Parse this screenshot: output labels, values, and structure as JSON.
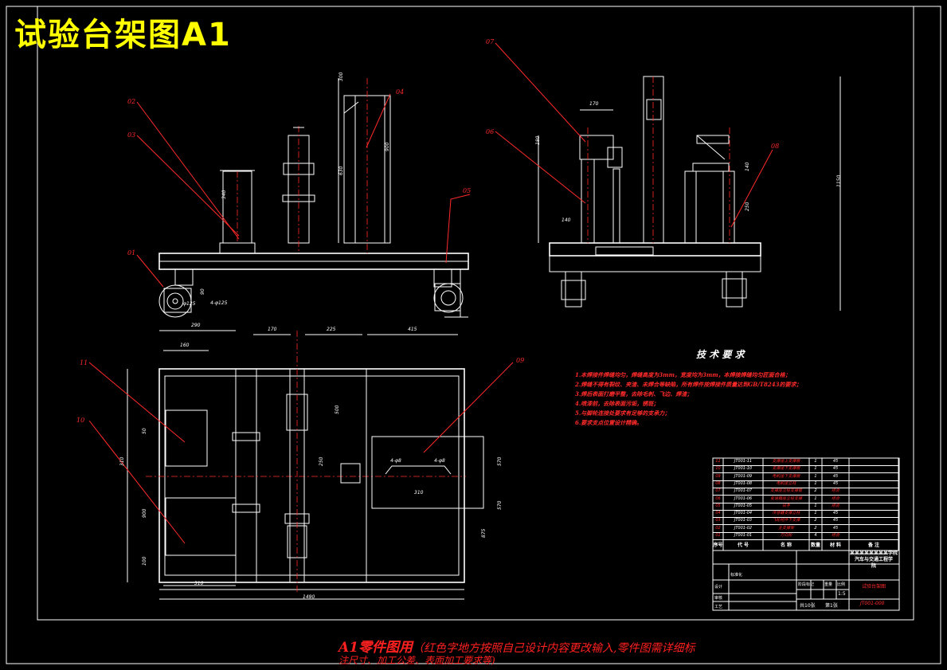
{
  "title": "试验台架图A1",
  "footer": {
    "main": "A1零件图用",
    "note_line1": "（红色字地方按照自己设计内容更改输入,零件图需详细标",
    "note_line2": "注尺寸、加工公差、表面加工要求等)"
  },
  "callouts": [
    "01",
    "02",
    "03",
    "04",
    "05",
    "06",
    "07",
    "08",
    "09",
    "10",
    "11"
  ],
  "dimensions": {
    "front": [
      "300",
      "900",
      "630",
      "340",
      "φ125",
      "90",
      "4-φ125"
    ],
    "side": [
      "170",
      "180",
      "140",
      "1150",
      "250",
      "140"
    ],
    "plan": [
      "290",
      "170",
      "225",
      "415",
      "160",
      "500",
      "250",
      "570",
      "875",
      "310",
      "900",
      "4-φ8",
      "4-φ8",
      "310",
      "570",
      "1490",
      "310",
      "100",
      "50"
    ]
  },
  "tech_req": {
    "heading": "技 术 要 求",
    "items": [
      "1.本焊接件焊缝均匀，焊缝高度为3mm，宽度均为3mm，本焊接焊缝均匀匠面合格；",
      "2.焊缝不得有裂纹、夹渣、未焊合等缺陷，所有焊件按焊接件质量达到GB/T8243的要求；",
      "3.焊后表面打磨平整，去除毛刺、飞边、焊渣；",
      "4.喷漆前，去除表面污垢，锈斑；",
      "5.与脚轮连接处要求有足够的支承力；",
      "6.要求支点位置设计精确。"
    ]
  },
  "bom": {
    "rows": [
      [
        "11",
        "JT001-11",
        "支撑座上支撑板",
        "1",
        "45"
      ],
      [
        "10",
        "JT001-10",
        "支撑座下支撑板",
        "1",
        "45"
      ],
      [
        "09",
        "JT001-09",
        "电机座下支撑板",
        "1",
        "45"
      ],
      [
        "08",
        "JT001-08",
        "电机座立柱",
        "1",
        "45"
      ],
      [
        "07",
        "JT001-07",
        "支撑座立柱支撑板",
        "2",
        "组合"
      ],
      [
        "06",
        "JT001-06",
        "变速箱座立柱支撑",
        "1",
        "组合"
      ],
      [
        "05",
        "JT001-05",
        "扶手",
        "1",
        "组合"
      ],
      [
        "04",
        "JT001-04",
        "传感器支撑立柱",
        "1",
        "45"
      ],
      [
        "03",
        "JT001-03",
        "飞轮组件下支撑",
        "2",
        "45"
      ],
      [
        "02",
        "JT001-02",
        "主支撑架",
        "2",
        "45"
      ],
      [
        "01",
        "JT001-01",
        "万向轮",
        "4",
        "组合"
      ]
    ],
    "header": [
      "序号",
      "代 号",
      "名 称",
      "数量",
      "材 料",
      "备 注"
    ],
    "school": [
      "某某某某某某某某学院",
      "汽车与交通工程学",
      "院"
    ],
    "drawing_name": "试验台架图",
    "labels": {
      "scale_head": "阶段标记",
      "weight_head": "重量",
      "ratio_head": "比例",
      "scale": "1:5",
      "sheets": "共10张",
      "sheet": "第1张",
      "drawn": "设计",
      "checked": "审核",
      "process": "工艺",
      "std": "标准化"
    },
    "code": "JT001-000"
  }
}
